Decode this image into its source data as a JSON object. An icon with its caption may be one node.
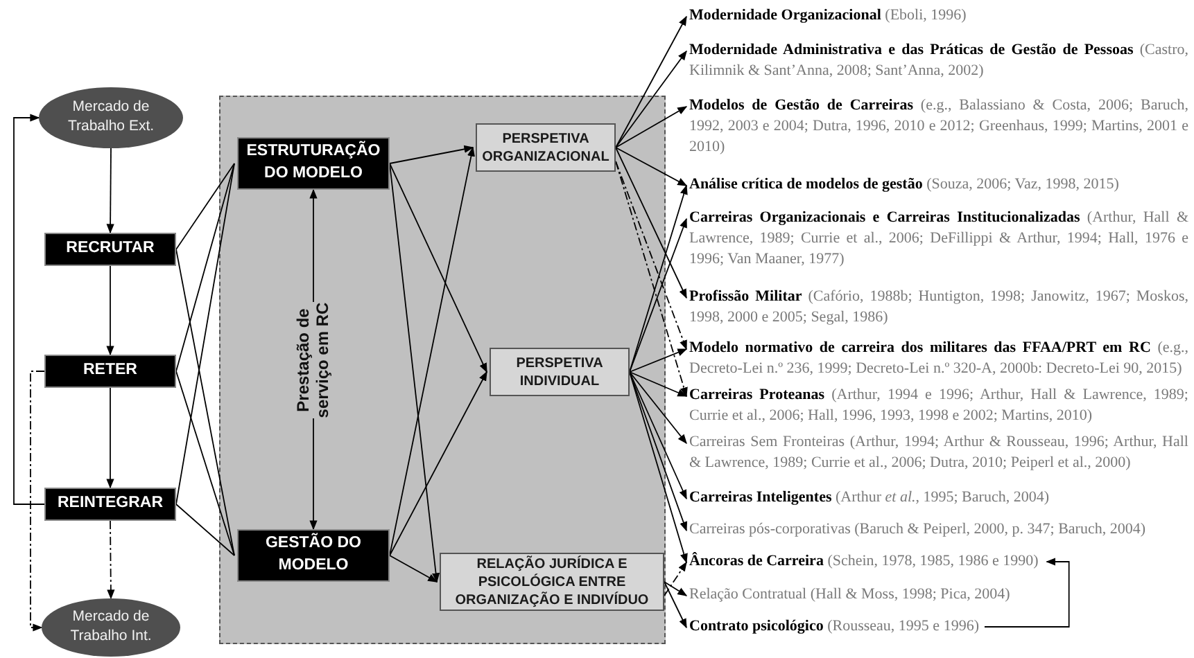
{
  "diagram": {
    "nodes": [
      {
        "text": [
          "Mercado de Trabalho Ext."
        ]
      },
      {
        "text": [
          "RECRUTAR"
        ]
      },
      {
        "text": [
          "RETER"
        ]
      },
      {
        "text": [
          "REINTEGRAR"
        ]
      },
      {
        "text": [
          "Mercado de Trabalho Int."
        ]
      },
      {
        "text": [],
        "shape": "box"
      },
      {
        "text": [
          "ESTRUTURAÇÃO DO MODELO"
        ],
        "in": 5
      },
      {
        "text": [
          "GESTÃO DO MODELO"
        ],
        "in": 5
      },
      {
        "text": [
          "PERSPETIVA ORGANIZACIONAL"
        ],
        "in": 5
      },
      {
        "text": [
          "PERSPETIVA INDIVIDUAL"
        ],
        "in": 5
      },
      {
        "text": [
          "RELAÇÃO JURÍDICA E PSICOLÓGICA ENTRE ORGANIZAÇÃO E INDIVÍDUO"
        ],
        "in": 5
      },
      {
        "text": [
          "**Modernidade Organizacional** (Eboli, 1996)"
        ]
      },
      {
        "text": [
          "**Modernidade Administrativa e das Práticas de Gestão de Pessoas** (Castro, Kilimnik & Sant’Anna, 2008; Sant’Anna, 2002)"
        ]
      },
      {
        "text": [
          "**Modelos de Gestão de Carreiras** (e.g., Balassiano & Costa, 2006; Baruch, 1992, 2003 e 2004; Dutra, 1996, 2010 e 2012; Greenhaus, 1999; Martins, 2001 e 2010)"
        ]
      },
      {
        "text": [
          "**Análise crítica de modelos de gestão** (Souza, 2006; Vaz, 1998, 2015)"
        ]
      },
      {
        "text": [
          "**Carreiras Organizacionais e Carreiras Institucionalizadas** (Arthur, Hall & Lawrence, 1989; Currie et al., 2006; DeFillippi & Arthur, 1994; Hall, 1976 e 1996; Van Maaner, 1977)"
        ]
      },
      {
        "text": [
          "**Profissão Militar** (Cafório, 1988b; Huntigton, 1998; Janowitz, 1967; Moskos, 1998, 2000 e 2005; Segal, 1986)"
        ]
      },
      {
        "text": [
          "**Modelo normativo de carreira dos militares das FFAA/PRT em RC** (e.g., Decreto-Lei n.º 236, 1999; Decreto-Lei n.º 320-A, 2000b: Decreto-Lei 90, 2015)"
        ]
      },
      {
        "text": [
          "**Carreiras Proteanas** (Arthur, 1994 e 1996; Arthur, Hall & Lawrence, 1989; Currie et al., 2006; Hall, 1996, 1993, 1998 e 2002;  Martins, 2010)"
        ]
      },
      {
        "text": [
          "Carreiras Sem Fronteiras (Arthur, 1994; Arthur & Rousseau, 1996; Arthur, Hall & Lawrence, 1989; Currie et al., 2006; Dutra, 2010; Peiperl et al., 2000)"
        ]
      },
      {
        "text": [
          "**Carreiras Inteligentes** (Arthur *et al.*, 1995; Baruch, 2004)"
        ]
      },
      {
        "text": [
          "Carreiras pós-corporativas (Baruch & Peiperl, 2000, p. 347; Baruch, 2004)"
        ]
      },
      {
        "text": [
          "**Âncoras de Carreira** (Schein, 1978, 1985, 1986 e 1990)"
        ]
      },
      {
        "text": [
          "Relação Contratual (Hall & Moss, 1998; Pica, 2004)"
        ]
      },
      {
        "text": [
          "**Contrato psicológico** (Rousseau, 1995 e 1996)"
        ]
      }
    ],
    "edges": [
      {
        "from": 0,
        "to": 1,
        "arrow": "to"
      },
      {
        "from": 1,
        "to": 2,
        "arrow": "to"
      },
      {
        "from": 2,
        "to": 3,
        "arrow": "to"
      },
      {
        "from": 3,
        "to": 0,
        "arrow": "to"
      },
      {
        "from": 3,
        "to": 4,
        "arrow": "to",
        "style": "dashed"
      },
      {
        "from": 2,
        "to": 4,
        "arrow": "to",
        "style": "dashed"
      },
      {
        "from": 1,
        "to": 6,
        "arrow": "none"
      },
      {
        "from": 1,
        "to": 7,
        "arrow": "none"
      },
      {
        "from": 2,
        "to": 6,
        "arrow": "none"
      },
      {
        "from": 2,
        "to": 7,
        "arrow": "none"
      },
      {
        "from": 3,
        "to": 6,
        "arrow": "none"
      },
      {
        "from": 3,
        "to": 7,
        "arrow": "none"
      },
      {
        "from": 6,
        "to": 7,
        "arrow": "both",
        "label": "Prestação de serviço em RC"
      },
      {
        "from": 6,
        "to": 8,
        "arrow": "to"
      },
      {
        "from": 6,
        "to": 9,
        "arrow": "to"
      },
      {
        "from": 6,
        "to": 10,
        "arrow": "to"
      },
      {
        "from": 7,
        "to": 8,
        "arrow": "to"
      },
      {
        "from": 7,
        "to": 9,
        "arrow": "to"
      },
      {
        "from": 7,
        "to": 10,
        "arrow": "to"
      },
      {
        "from": 8,
        "to": 11,
        "arrow": "to"
      },
      {
        "from": 8,
        "to": 12,
        "arrow": "to"
      },
      {
        "from": 8,
        "to": 13,
        "arrow": "to"
      },
      {
        "from": 8,
        "to": 14,
        "arrow": "to"
      },
      {
        "from": 8,
        "to": 16,
        "arrow": "to"
      },
      {
        "from": 8,
        "to": 17,
        "arrow": "to",
        "style": "dashed"
      },
      {
        "from": 8,
        "to": 18,
        "arrow": "to",
        "style": "dashed"
      },
      {
        "from": 9,
        "to": 14,
        "arrow": "to"
      },
      {
        "from": 9,
        "to": 15,
        "arrow": "to"
      },
      {
        "from": 9,
        "to": 17,
        "arrow": "to"
      },
      {
        "from": 9,
        "to": 18,
        "arrow": "to"
      },
      {
        "from": 9,
        "to": 19,
        "arrow": "to"
      },
      {
        "from": 9,
        "to": 20,
        "arrow": "to"
      },
      {
        "from": 9,
        "to": 21,
        "arrow": "to"
      },
      {
        "from": 9,
        "to": 22,
        "arrow": "to"
      },
      {
        "from": 10,
        "to": 22,
        "arrow": "to",
        "style": "dashed"
      },
      {
        "from": 10,
        "to": 23,
        "arrow": "to"
      },
      {
        "from": 10,
        "to": 24,
        "arrow": "to"
      },
      {
        "from": 24,
        "to": 22,
        "arrow": "to"
      }
    ]
  }
}
